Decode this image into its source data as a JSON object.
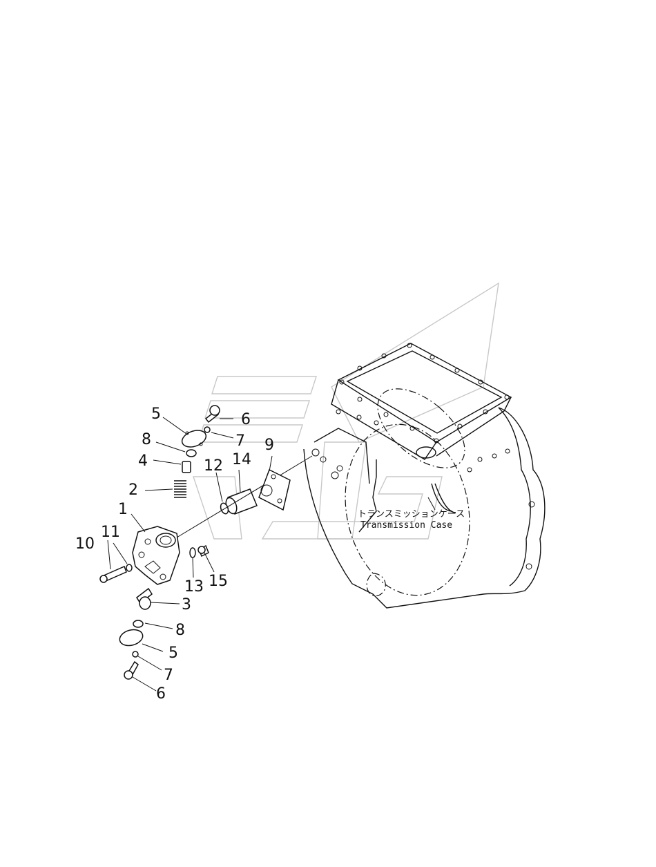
{
  "callouts": [
    "1",
    "2",
    "3",
    "4",
    "5",
    "6",
    "7",
    "8",
    "9",
    "10",
    "11",
    "12",
    "13",
    "14",
    "15"
  ],
  "case_label": {
    "japanese": "トランスミッションケース",
    "english": "Transmission Case"
  }
}
